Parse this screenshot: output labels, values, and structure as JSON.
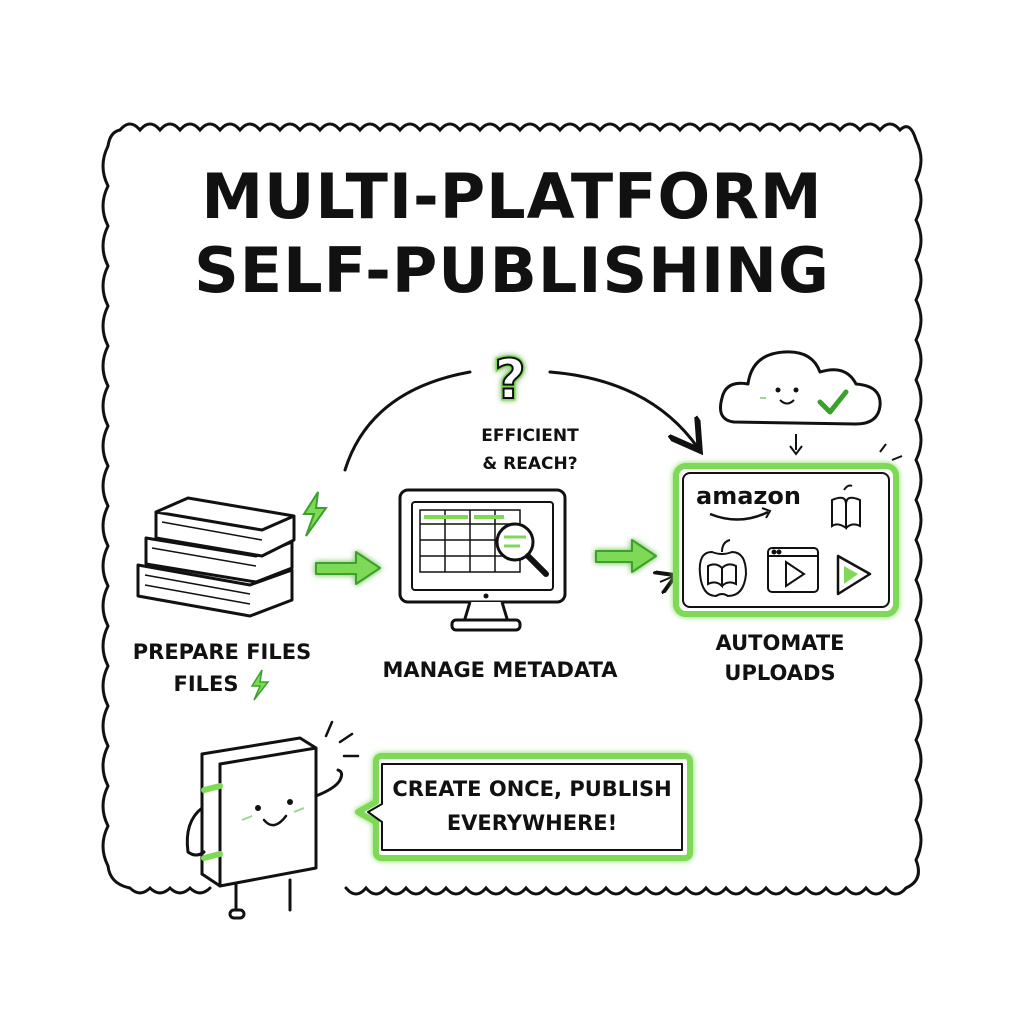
{
  "title": {
    "line1": "MULTI-PLATFORM",
    "line2": "SELF-PUBLISHING"
  },
  "question": {
    "symbol": "?",
    "line1": "EFFICIENT",
    "line2": "& REACH?"
  },
  "steps": [
    {
      "line1": "PREPARE FILES",
      "line2": "FILES"
    },
    {
      "line1": "MANAGE METADATA"
    },
    {
      "line1": "AUTOMATE",
      "line2": "UPLOADS"
    }
  ],
  "platforms": {
    "amazon": "amazon"
  },
  "speech": {
    "line1": "CREATE ONCE, PUBLISH",
    "line2": "EVERYWHERE!"
  },
  "colors": {
    "accent": "#7ED957",
    "accent_dark": "#3aa12a",
    "ink": "#111111",
    "background": "#ffffff"
  },
  "icons": [
    "book-stack-icon",
    "lightning-icon",
    "computer-monitor-icon",
    "magnifier-icon",
    "cloud-icon",
    "checkmark-icon",
    "amazon-logo",
    "apple-books-icon",
    "video-play-icon",
    "google-play-icon",
    "book-mascot-icon"
  ]
}
